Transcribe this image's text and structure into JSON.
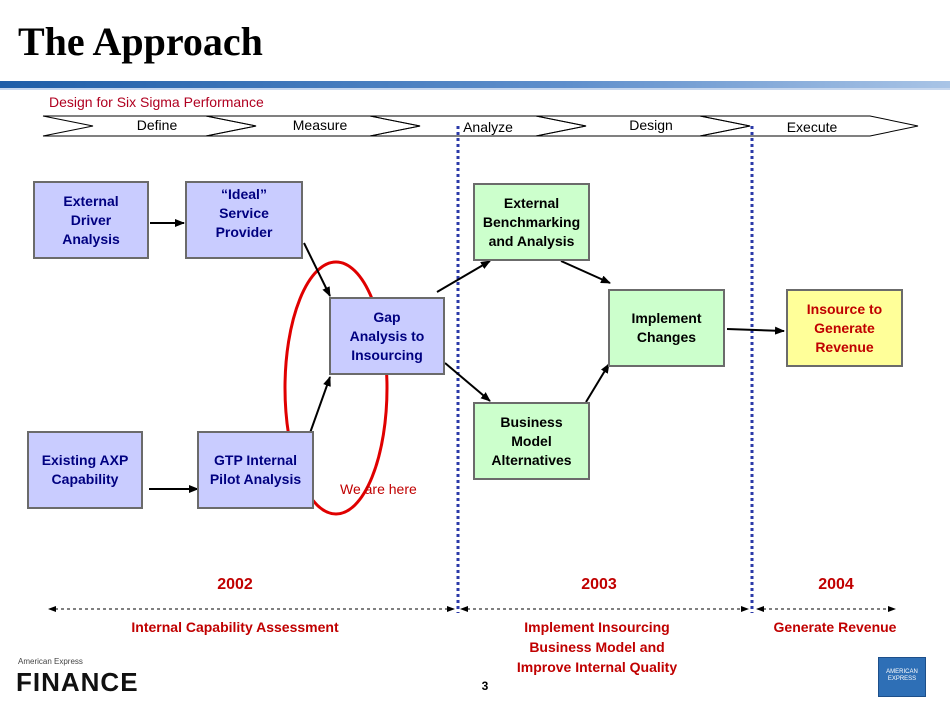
{
  "title": "The Approach",
  "subtitle": "Design for Six Sigma Performance",
  "phases": [
    "Define",
    "Measure",
    "Analyze",
    "Design",
    "Execute"
  ],
  "boxes": {
    "external_driver": "External\nDriver\nAnalysis",
    "ideal_service": "“Ideal”\nService\nProvider",
    "existing_axp": "Existing AXP\nCapability",
    "gtp_internal": "GTP Internal\nPilot Analysis",
    "gap_analysis": "Gap\nAnalysis to\nInsourcing",
    "external_benchmarking": "External\nBenchmarking\nand Analysis",
    "business_model": "Business\nModel\nAlternatives",
    "implement_changes": "Implement\nChanges",
    "insource": "Insource to\nGenerate\nRevenue"
  },
  "we_are_here": "We are here",
  "years": [
    "2002",
    "2003",
    "2004"
  ],
  "periods": [
    "Internal Capability Assessment",
    "Implement Insourcing\nBusiness Model and\nImprove Internal Quality",
    "Generate Revenue"
  ],
  "page_number": "3",
  "footer": {
    "brand_small": "American Express",
    "brand_logo": "FINANCE",
    "amex_logo": "AMERICAN\nEXPRESS"
  },
  "colors": {
    "header_rule": "#1f5ea8",
    "accent_red": "#c00000",
    "divider_blue": "#2b3aa8"
  }
}
